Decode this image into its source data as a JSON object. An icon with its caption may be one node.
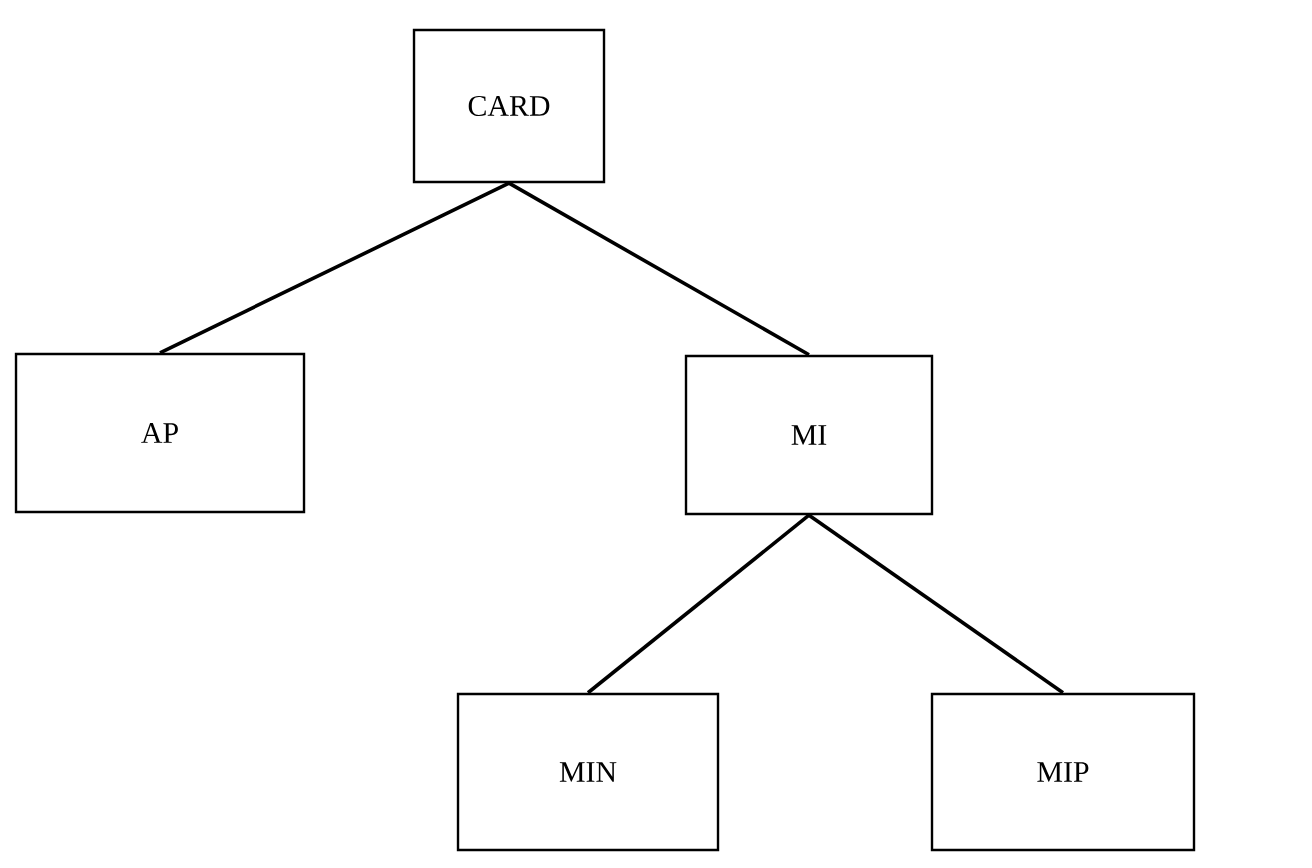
{
  "diagram": {
    "nodes": [
      {
        "text": [
          "CARD"
        ]
      },
      {
        "text": [
          "AP"
        ]
      },
      {
        "text": [
          "MI"
        ]
      },
      {
        "text": [
          "MIN"
        ]
      },
      {
        "text": [
          "MIP"
        ]
      }
    ],
    "edges": [
      {
        "from": 0,
        "to": 1,
        "arrow": "none"
      },
      {
        "from": 0,
        "to": 2,
        "arrow": "none"
      },
      {
        "from": 2,
        "to": 3,
        "arrow": "none"
      },
      {
        "from": 2,
        "to": 4,
        "arrow": "none"
      }
    ]
  }
}
